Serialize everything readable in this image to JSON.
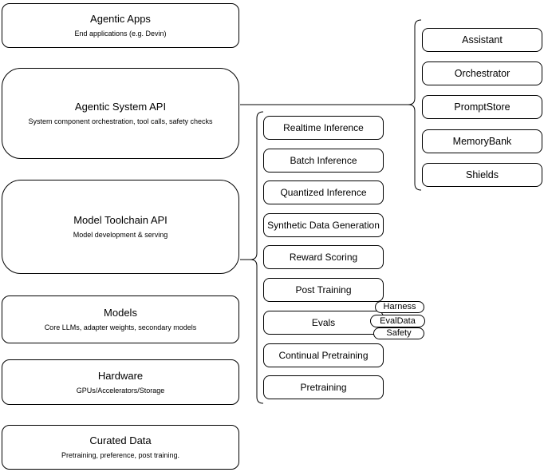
{
  "diagram": {
    "left_column": [
      {
        "title": "Agentic Apps",
        "subtitle": "End applications (e.g. Devin)"
      },
      {
        "title": "Agentic System API",
        "subtitle": "System component orchestration, tool calls, safety checks"
      },
      {
        "title": "Model Toolchain API",
        "subtitle": "Model development & serving"
      },
      {
        "title": "Models",
        "subtitle": "Core LLMs, adapter weights, secondary models"
      },
      {
        "title": "Hardware",
        "subtitle": "GPUs/Accelerators/Storage"
      },
      {
        "title": "Curated Data",
        "subtitle": "Pretraining, preference, post training."
      }
    ],
    "toolchain_items": [
      {
        "label": "Realtime Inference"
      },
      {
        "label": "Batch Inference"
      },
      {
        "label": "Quantized Inference"
      },
      {
        "label": "Synthetic Data Generation"
      },
      {
        "label": "Reward Scoring"
      },
      {
        "label": "Post Training"
      },
      {
        "label": "Evals"
      },
      {
        "label": "Continual Pretraining"
      },
      {
        "label": "Pretraining"
      }
    ],
    "eval_tags": [
      {
        "label": "Harness"
      },
      {
        "label": "EvalData"
      },
      {
        "label": "Safety"
      }
    ],
    "system_components": [
      {
        "label": "Assistant"
      },
      {
        "label": "Orchestrator"
      },
      {
        "label": "PromptStore"
      },
      {
        "label": "MemoryBank"
      },
      {
        "label": "Shields"
      }
    ],
    "colors": {
      "stroke": "#000000",
      "fill": "#ffffff",
      "background": "#ffffff"
    }
  }
}
